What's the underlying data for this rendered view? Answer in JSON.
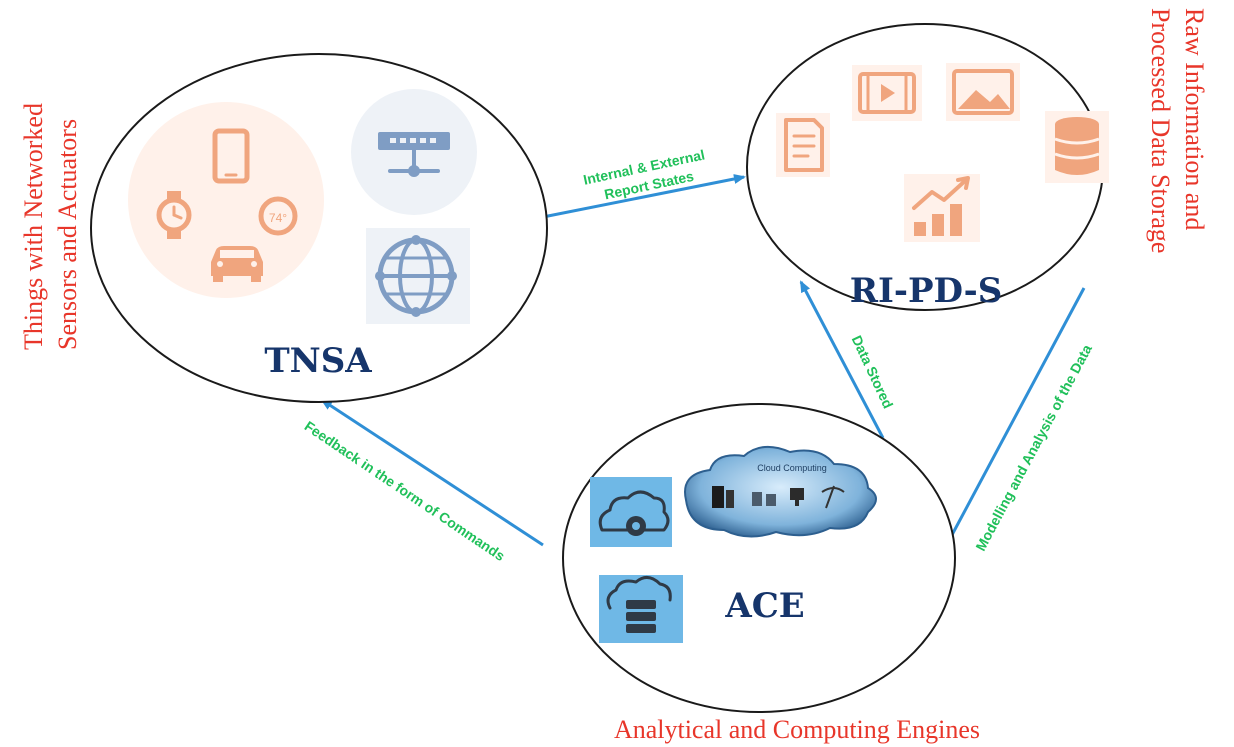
{
  "captions": {
    "tnsa_line1": "Things with Networked",
    "tnsa_line2": "Sensors and Actuators",
    "ripds_line1": "Raw Information and",
    "ripds_line2": "Processed Data Storage",
    "ace": "Analytical and Computing Engines"
  },
  "nodes": {
    "tnsa": "TNSA",
    "ripds": "RI-PD-S",
    "ace": "ACE"
  },
  "edges": {
    "internal_external_1": "Internal & External",
    "internal_external_2": "Report States",
    "data_stored": "Data Stored",
    "modelling": "Modelling and Analysis of the Data",
    "feedback": "Feedback in the form of Commands"
  },
  "icons": {
    "gauge_value": "74°"
  },
  "cloud": {
    "title": "Cloud Computing"
  },
  "colors": {
    "caption": "#e8362a",
    "node_label": "#16356b",
    "edge_label": "#20c05a",
    "edge_arrow": "#2f8fd6",
    "icon_orange": "#f0a57e",
    "icon_bluegray": "#7f9dc4",
    "icon_tile_blue": "#6fb8e6"
  }
}
